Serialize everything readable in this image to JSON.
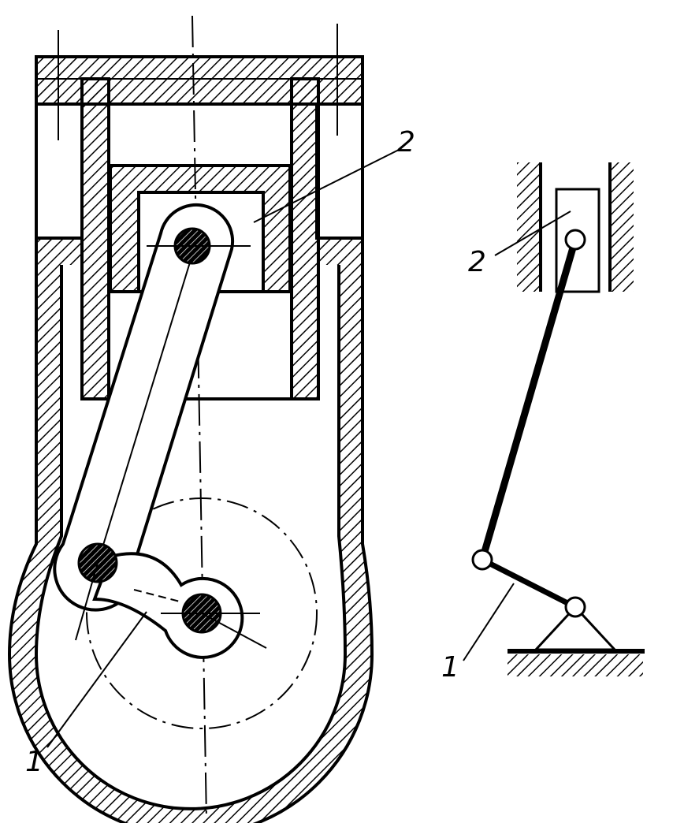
{
  "diagram": {
    "engine_section": {
      "label_crank": "1",
      "label_piston": "2"
    },
    "kinematic_scheme": {
      "label_crank": "1",
      "label_slider": "2"
    }
  },
  "colors": {
    "ink": "#000000",
    "paper": "#ffffff"
  }
}
